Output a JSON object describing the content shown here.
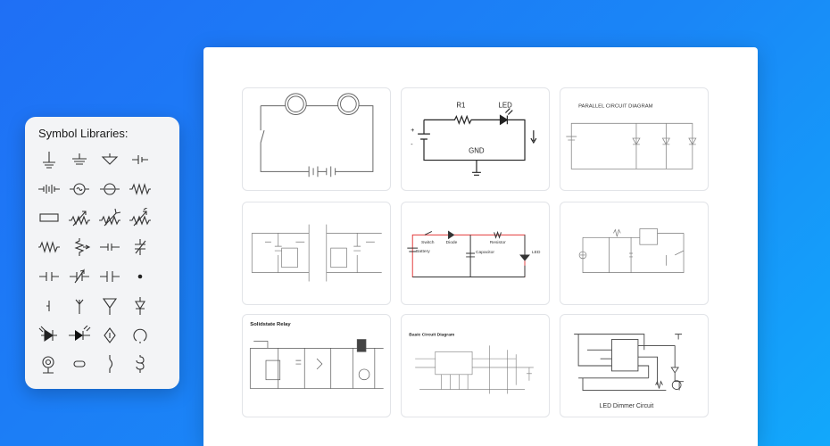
{
  "panel": {
    "title": "Symbol Libraries:",
    "symbols": [
      "ground-icon",
      "chassis-ground-icon",
      "signal-ground-icon",
      "capacitor-tick-icon",
      "battery-icon",
      "ac-source-icon",
      "current-source-icon",
      "resistor-icon",
      "fuse-icon",
      "variable-resistor-icon",
      "potentiometer-icon",
      "photoresistor-icon",
      "thermistor-icon",
      "resistor-tap-icon",
      "capacitor-icon",
      "variable-capacitor-icon",
      "nonpolar-capacitor-icon",
      "trimmer-capacitor-icon",
      "polarized-capacitor-icon",
      "junction-dot-icon",
      "terminal-icon",
      "antenna-icon",
      "antenna-dish-icon",
      "diode-icon",
      "photodiode-icon",
      "led-icon",
      "crystal-icon",
      "loop-icon",
      "microphone-icon",
      "lamp-icon",
      "switch-arc-icon",
      "inductor-icon"
    ]
  },
  "cards": [
    {
      "id": "series-circuit",
      "texts": []
    },
    {
      "id": "led-circuit",
      "texts": [
        "R1",
        "LED",
        "GND",
        "+",
        "-"
      ]
    },
    {
      "id": "parallel-circuit",
      "texts": [
        "PARALLEL  CIRCUIT DIAGRAM"
      ]
    },
    {
      "id": "amplifier-schematic",
      "texts": []
    },
    {
      "id": "switch-led-circuit",
      "texts": [
        "Switch",
        "Diode",
        "Resistor",
        "Battery",
        "Capacitor",
        "LED"
      ]
    },
    {
      "id": "transistor-circuit",
      "texts": []
    },
    {
      "id": "solidstate-relay",
      "texts": [
        "Solidstate Relay"
      ]
    },
    {
      "id": "basic-circuit",
      "texts": [
        "Basic Circuit Diagram"
      ]
    },
    {
      "id": "led-dimmer",
      "texts": [
        "LED Dimmer Circuit"
      ]
    }
  ],
  "colors": {
    "bg_start": "#1f6ff5",
    "bg_end": "#12a8fb",
    "accent_red": "#e23c3c"
  }
}
